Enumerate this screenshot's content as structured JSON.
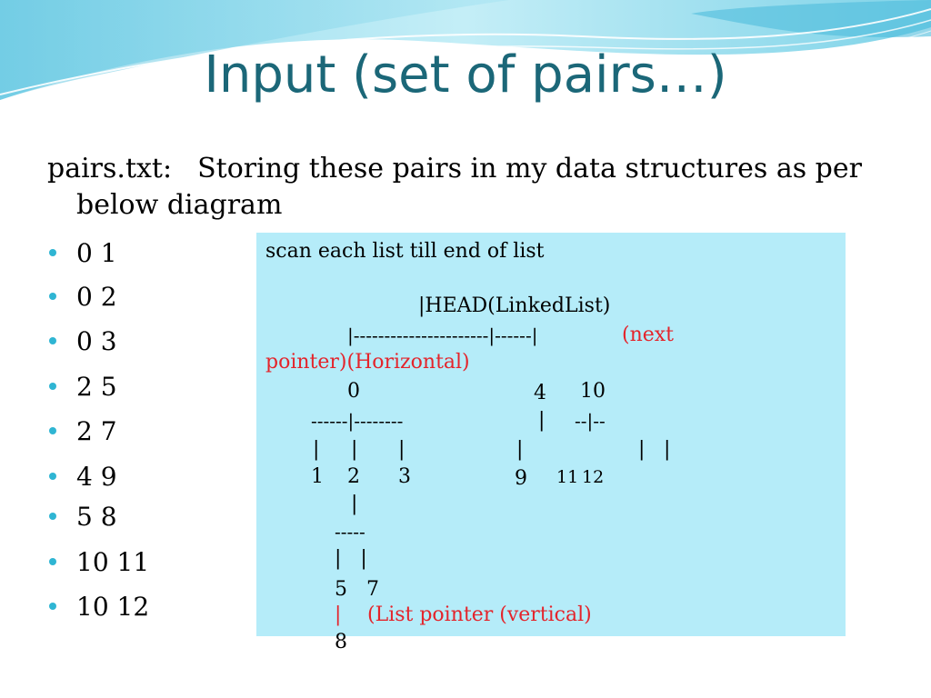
{
  "title": "Input (set of pairs…)",
  "intro": {
    "filename": "pairs.txt:",
    "text": "Storing these pairs in my data structures as per below diagram"
  },
  "pairs": [
    "0 1",
    "0 2",
    "0 3",
    "2 5",
    "2 7",
    "4 9",
    "5 8",
    "10 11",
    "10 12"
  ],
  "diagram": {
    "caption": "scan each list till end of list",
    "head": "|HEAD(LinkedList)",
    "head_pointer_line": "|----------------------|------|",
    "next_pointer_note_1": "(next",
    "next_pointer_note_2": "pointer)(Horizontal)",
    "node_0": "0",
    "node_4": "4",
    "node_10": "10",
    "branch_0": "------|--------",
    "branch_4": "|",
    "branch_10": "--|--",
    "pipe_1": "|",
    "pipe_2": "|",
    "pipe_3": "|",
    "pipe_9": "|",
    "pipe_11": "|",
    "pipe_12": "|",
    "leaf_1": "1",
    "leaf_2": "2",
    "leaf_3": "3",
    "leaf_9": "9",
    "leaf_11": "11",
    "leaf_12": "12",
    "pipe_2_down": "|",
    "branch_2": "-----",
    "pipes_2_children": "|   |",
    "leaves_2_children": "5   7",
    "pipe_5_down": "|",
    "vertical_pointer_note": "(List pointer (vertical)",
    "leaf_8": "8"
  },
  "colors": {
    "title": "#1b6778",
    "bullet": "#2fb5d3",
    "box_background": "#b5ecf9",
    "annotation": "#e4242b"
  }
}
